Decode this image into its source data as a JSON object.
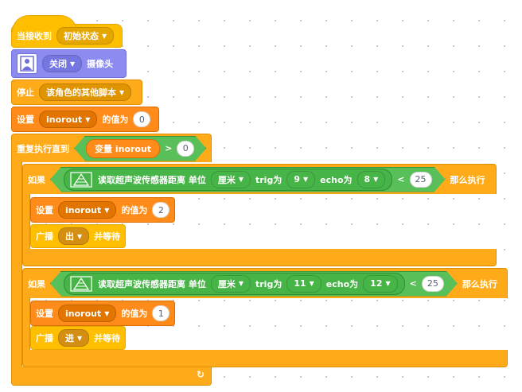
{
  "event_block": {
    "label": "当接收到",
    "message": "初始状态"
  },
  "camera_block": {
    "state": "关闭",
    "label": "摄像头",
    "icon": "camera-person-icon"
  },
  "stop_block": {
    "label": "停止",
    "option": "该角色的其他脚本"
  },
  "set_block_1": {
    "label": "设置",
    "variable": "inorout",
    "value_label": "的值为",
    "value": "0"
  },
  "repeat_until": {
    "label": "重复执行直到",
    "var_label": "变量 inorout",
    "op": ">",
    "value": "0",
    "loop_icon": "loop-arrow-icon"
  },
  "if_block_1": {
    "if_label": "如果",
    "sensor_label": "读取超声波传感器距离 单位",
    "unit": "厘米",
    "trig_label": "trig为",
    "trig": "9",
    "echo_label": "echo为",
    "echo": "8",
    "op": "<",
    "value": "25",
    "then_label": "那么执行",
    "set_label": "设置",
    "set_var": "inorout",
    "set_value_label": "的值为",
    "set_value": "2",
    "broadcast_label": "广播",
    "broadcast_msg": "出",
    "wait_label": "并等待"
  },
  "if_block_2": {
    "if_label": "如果",
    "sensor_label": "读取超声波传感器距离 单位",
    "unit": "厘米",
    "trig_label": "trig为",
    "trig": "11",
    "echo_label": "echo为",
    "echo": "12",
    "op": "<",
    "value": "25",
    "then_label": "那么执行",
    "set_label": "设置",
    "set_var": "inorout",
    "set_value_label": "的值为",
    "set_value": "1",
    "broadcast_label": "广播",
    "broadcast_msg": "进",
    "wait_label": "并等待"
  },
  "colors": {
    "event": "#ffbf00",
    "control": "#ffab19",
    "variables": "#ff8c1a",
    "video": "#8c8cf0",
    "operators": "#59c059",
    "sensor": "#46b446"
  }
}
